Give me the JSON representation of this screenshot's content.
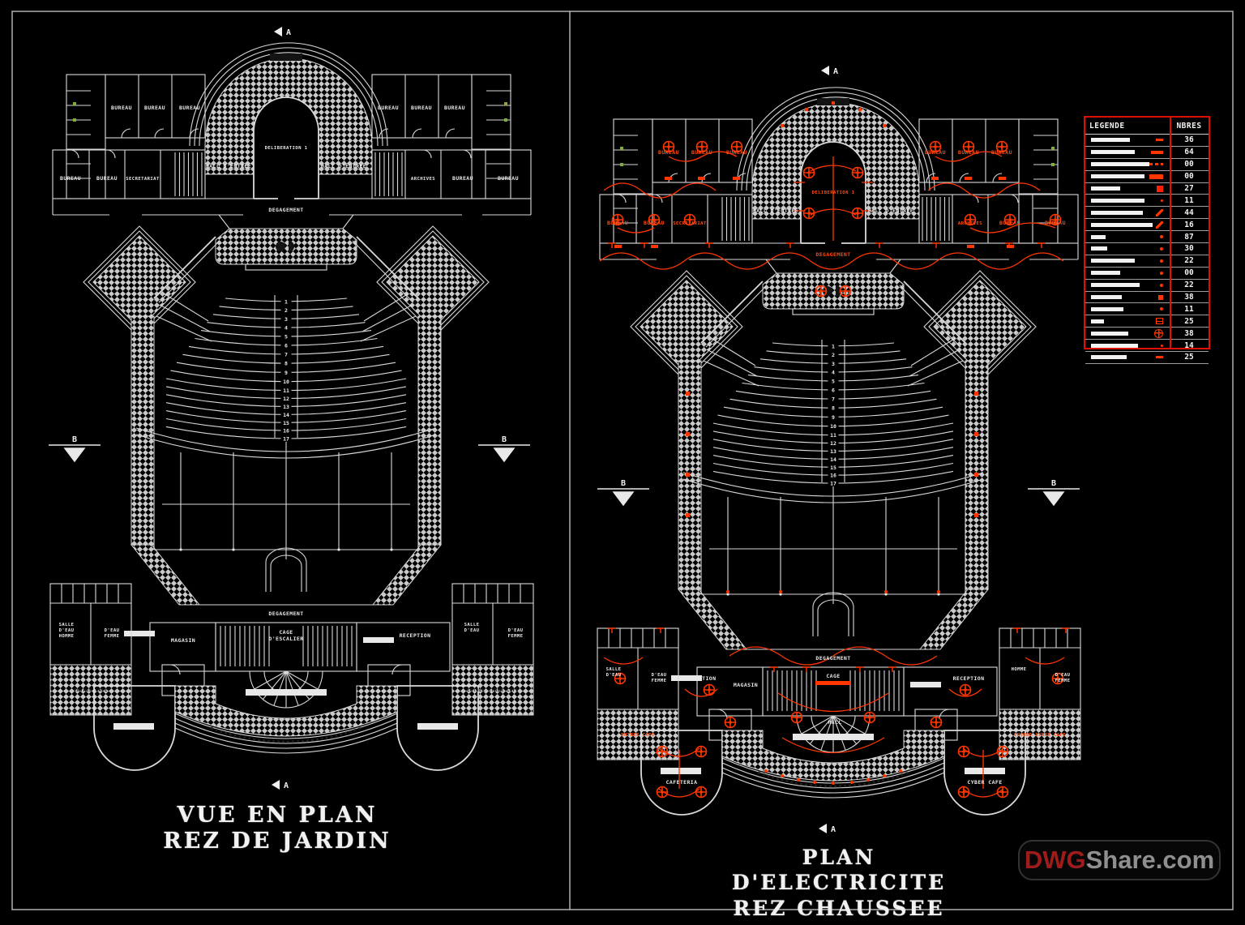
{
  "sheet": {
    "background": "#000000",
    "line_color": "#d9d9d9",
    "electric_color": "#ff3600",
    "legend_border_color": "#e01000"
  },
  "left_plan": {
    "title_line1": "VUE EN PLAN",
    "title_line2": "REZ DE JARDIN"
  },
  "right_plan": {
    "title_line1": "PLAN D'ELECTRICITE",
    "title_line2": "REZ CHAUSSEE"
  },
  "rooms": {
    "bureau": "BUREAU",
    "secretariat": "SECRETARIAT",
    "archives": "ARCHIVES",
    "hall_entree": "HALL D'ENTREE",
    "deliberation": "DELIBERATION 1",
    "degagement": "DEGAGEMENT",
    "magasin": "MAGASIN",
    "cage": "CAGE",
    "escalier": "D'ESCALIER",
    "reception": "RECEPTION",
    "salle": "SALLE",
    "deau": "D'EAU",
    "homme": "HOMME",
    "femme": "FEMME",
    "hall": "HALL",
    "cafeteria": "CAFETERIA",
    "cyber_cafe": "CYBER CAFE",
    "entree_cafe": "ENTREE CAFE",
    "entree_cyber_cafe": "ENTREE CYBER CAFE"
  },
  "seat_rows": [
    "1",
    "2",
    "3",
    "4",
    "5",
    "6",
    "7",
    "8",
    "9",
    "10",
    "11",
    "12",
    "13",
    "14",
    "15",
    "16",
    "17"
  ],
  "section_markers": {
    "a": "A",
    "b": "B"
  },
  "legend": {
    "title": "LEGENDE",
    "count_header": "NBRES",
    "rows": [
      {
        "symbol": "short-dash",
        "count": "36"
      },
      {
        "symbol": "dash",
        "count": "64"
      },
      {
        "symbol": "dashed-line",
        "count": "00"
      },
      {
        "symbol": "thick-dash",
        "count": "00"
      },
      {
        "symbol": "square",
        "count": "27"
      },
      {
        "symbol": "small-dot",
        "count": "11"
      },
      {
        "symbol": "slash",
        "count": "44"
      },
      {
        "symbol": "slash",
        "count": "16"
      },
      {
        "symbol": "dot",
        "count": "87"
      },
      {
        "symbol": "dot",
        "count": "30"
      },
      {
        "symbol": "dot",
        "count": "22"
      },
      {
        "symbol": "dot",
        "count": "00"
      },
      {
        "symbol": "dot",
        "count": "22"
      },
      {
        "symbol": "small-square",
        "count": "38"
      },
      {
        "symbol": "dot",
        "count": "11"
      },
      {
        "symbol": "grid-square",
        "count": "25"
      },
      {
        "symbol": "circle-cross",
        "count": "38"
      },
      {
        "symbol": "small-dot",
        "count": "14"
      },
      {
        "symbol": "short-dash",
        "count": "25"
      }
    ]
  },
  "watermark": {
    "prefix": "DWG",
    "suffix": "Share.com"
  }
}
